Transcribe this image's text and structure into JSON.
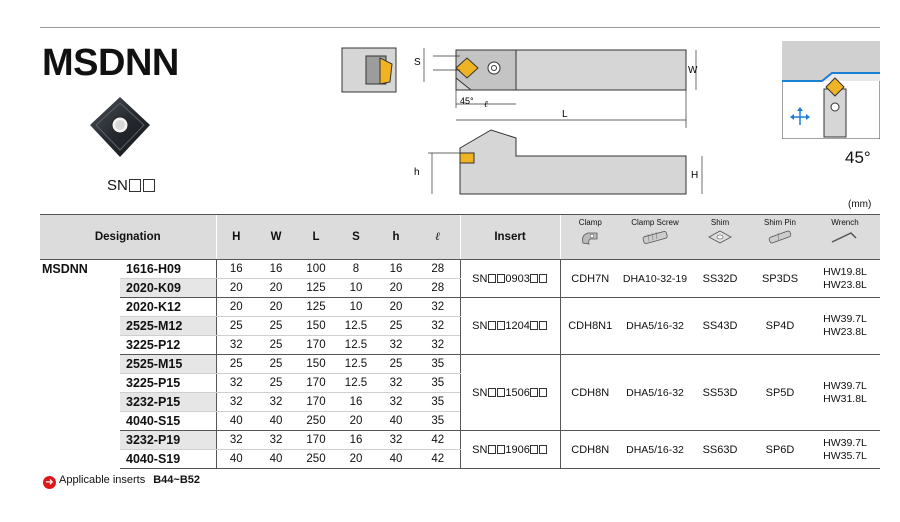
{
  "title": "MSDNN",
  "insert_code": {
    "prefix": "SN"
  },
  "schematic": {
    "s": "S",
    "w": "W",
    "angle": "45°",
    "l_small": "ℓ",
    "l_big": "L",
    "h": "h",
    "H": "H"
  },
  "approach_angle": "45°",
  "unit": "(mm)",
  "headers": {
    "designation": "Designation",
    "H": "H",
    "W": "W",
    "L": "L",
    "S": "S",
    "h": "h",
    "l": "ℓ",
    "insert": "Insert",
    "clamp": "Clamp",
    "clamp_screw": "Clamp Screw",
    "shim": "Shim",
    "shim_pin": "Shim Pin",
    "wrench": "Wrench"
  },
  "series": "MSDNN",
  "rows": [
    {
      "designation": "1616-H09",
      "H": "16",
      "W": "16",
      "L": "100",
      "S": "8",
      "h": "16",
      "l": "28"
    },
    {
      "designation": "2020-K09",
      "H": "20",
      "W": "20",
      "L": "125",
      "S": "10",
      "h": "20",
      "l": "28"
    },
    {
      "designation": "2020-K12",
      "H": "20",
      "W": "20",
      "L": "125",
      "S": "10",
      "h": "20",
      "l": "32"
    },
    {
      "designation": "2525-M12",
      "H": "25",
      "W": "25",
      "L": "150",
      "S": "12.5",
      "h": "25",
      "l": "32"
    },
    {
      "designation": "3225-P12",
      "H": "32",
      "W": "25",
      "L": "170",
      "S": "12.5",
      "h": "32",
      "l": "32"
    },
    {
      "designation": "2525-M15",
      "H": "25",
      "W": "25",
      "L": "150",
      "S": "12.5",
      "h": "25",
      "l": "35"
    },
    {
      "designation": "3225-P15",
      "H": "32",
      "W": "25",
      "L": "170",
      "S": "12.5",
      "h": "32",
      "l": "35"
    },
    {
      "designation": "3232-P15",
      "H": "32",
      "W": "32",
      "L": "170",
      "S": "16",
      "h": "32",
      "l": "35"
    },
    {
      "designation": "4040-S15",
      "H": "40",
      "W": "40",
      "L": "250",
      "S": "20",
      "h": "40",
      "l": "35"
    },
    {
      "designation": "3232-P19",
      "H": "32",
      "W": "32",
      "L": "170",
      "S": "16",
      "h": "32",
      "l": "42"
    },
    {
      "designation": "4040-S19",
      "H": "40",
      "W": "40",
      "L": "250",
      "S": "20",
      "h": "40",
      "l": "42"
    }
  ],
  "groups": [
    {
      "insert_prefix": "SN",
      "insert_size": "0903",
      "clamp": "CDH7N",
      "clamp_screw": "DHA10-32-19",
      "shim": "SS32D",
      "shim_pin": "SP3DS",
      "wrench1": "HW19.8L",
      "wrench2": "HW23.8L"
    },
    {
      "insert_prefix": "SN",
      "insert_size": "1204",
      "clamp": "CDH8N1",
      "clamp_screw": "DHA5/16-32",
      "shim": "SS43D",
      "shim_pin": "SP4D",
      "wrench1": "HW39.7L",
      "wrench2": "HW23.8L"
    },
    {
      "insert_prefix": "SN",
      "insert_size": "1506",
      "clamp": "CDH8N",
      "clamp_screw": "DHA5/16-32",
      "shim": "SS53D",
      "shim_pin": "SP5D",
      "wrench1": "HW39.7L",
      "wrench2": "HW31.8L"
    },
    {
      "insert_prefix": "SN",
      "insert_size": "1906",
      "clamp": "CDH8N",
      "clamp_screw": "DHA5/16-32",
      "shim": "SS63D",
      "shim_pin": "SP6D",
      "wrench1": "HW39.7L",
      "wrench2": "HW35.7L"
    }
  ],
  "footer": {
    "label": "Applicable inserts",
    "pages": "B44~B52"
  },
  "colors": {
    "insert_highlight": "#f0b323",
    "header_bg": "#dcdcdc",
    "arrow_red": "#e0161b",
    "motion_arrow": "#1a7fd6"
  }
}
